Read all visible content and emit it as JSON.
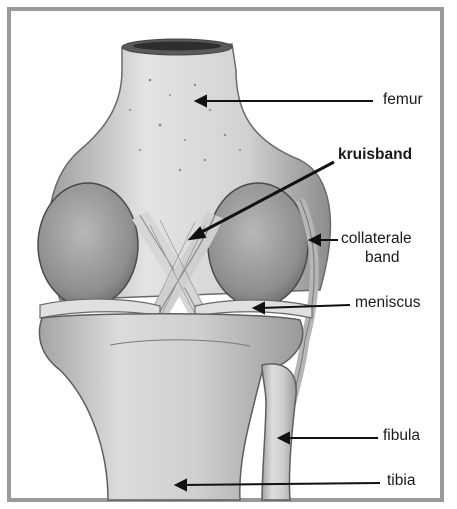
{
  "figure": {
    "labels": {
      "femur": "femur",
      "kruisband": "kruisband",
      "collateral_line1": "collaterale",
      "collateral_line2": "band",
      "meniscus": "meniscus",
      "fibula": "fibula",
      "tibia": "tibia"
    },
    "colors": {
      "frame": "#9a9a9a",
      "line": "#111111",
      "bone_light": "#e2e2e2",
      "bone_mid": "#c4c4c4",
      "bone_dark": "#8a8a8a",
      "ligament": "#d0d0d0"
    }
  }
}
